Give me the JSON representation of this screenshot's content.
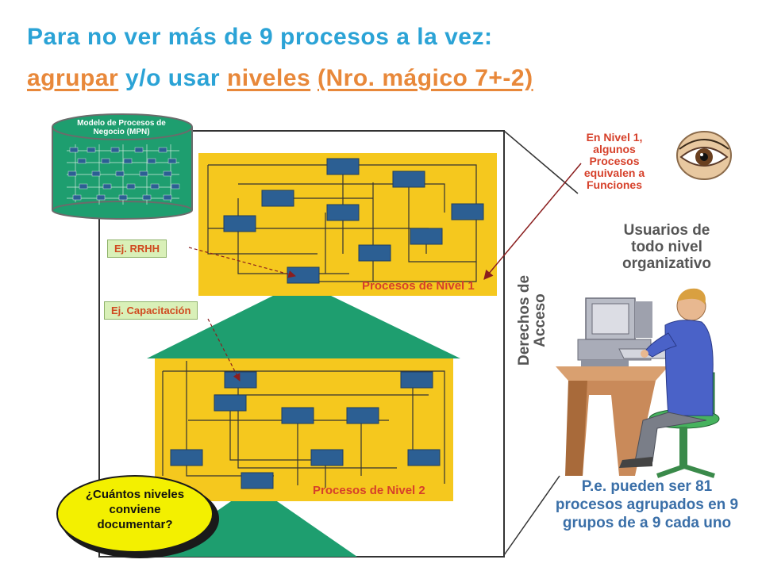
{
  "title": {
    "line1": "Para no ver más de 9 procesos a la vez:",
    "agrupar": "agrupar",
    "yo_usar": "y/o usar",
    "niveles": "niveles",
    "magic": "(Nro. mágico 7+-2)"
  },
  "cylinder_label": "Modelo de Procesos de Negocio (MPN)",
  "examples": {
    "rrhh": "Ej. RRHH",
    "capacitacion": "Ej. Capacitación"
  },
  "levels": {
    "level1": "Procesos de Nivel 1",
    "level2": "Procesos de Nivel 2"
  },
  "eye_note": "En Nivel 1, algunos Procesos equivalen a Funciones",
  "users_label": "Usuarios de todo nivel organizativo",
  "access_label": "Derechos de Acceso",
  "question": "¿Cuántos niveles conviene documentar?",
  "example_note": "P.e. pueden ser 81 procesos agrupados en 9 grupos de a 9 cada uno",
  "colors": {
    "title_blue": "#2ba3d6",
    "title_orange": "#e8883a",
    "panel_yellow": "#f5c81e",
    "pyramid_green": "#1e9e6f",
    "process_box": "#2c5f93",
    "label_red": "#d6402a"
  }
}
